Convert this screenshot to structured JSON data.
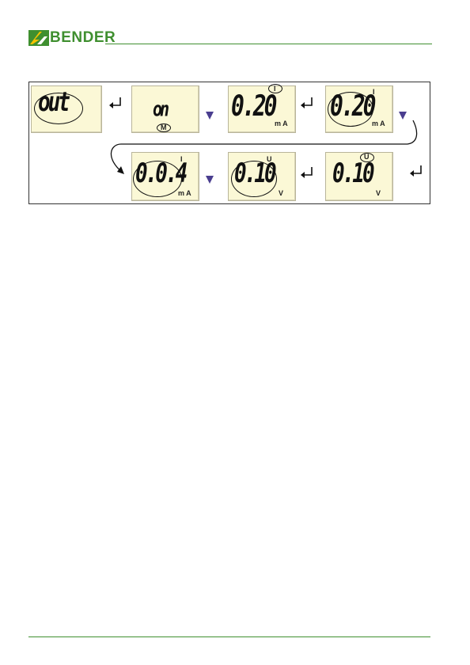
{
  "brand": {
    "name": "BENDER"
  },
  "colors": {
    "brand_green": "#3f8f2f",
    "lcd_background": "#fbf8d6",
    "arrow_blue": "#4a3e8f"
  },
  "displays": [
    {
      "main": "out",
      "indicator": "",
      "unit": ""
    },
    {
      "main": "on",
      "indicator": "M",
      "unit": ""
    },
    {
      "main": "0.20",
      "indicator": "I",
      "unit": "m A"
    },
    {
      "main": "0.20",
      "indicator": "I",
      "unit": "m A"
    },
    {
      "main": "0.0.4",
      "indicator": "I",
      "unit": "m A"
    },
    {
      "main": "0.10",
      "indicator": "U",
      "unit": "V"
    },
    {
      "main": "0.10",
      "indicator": "U",
      "unit": "V"
    }
  ],
  "icons": {
    "enter": "enter-key-icon",
    "down": "down-arrow-icon",
    "flow": "flow-connector-icon"
  }
}
